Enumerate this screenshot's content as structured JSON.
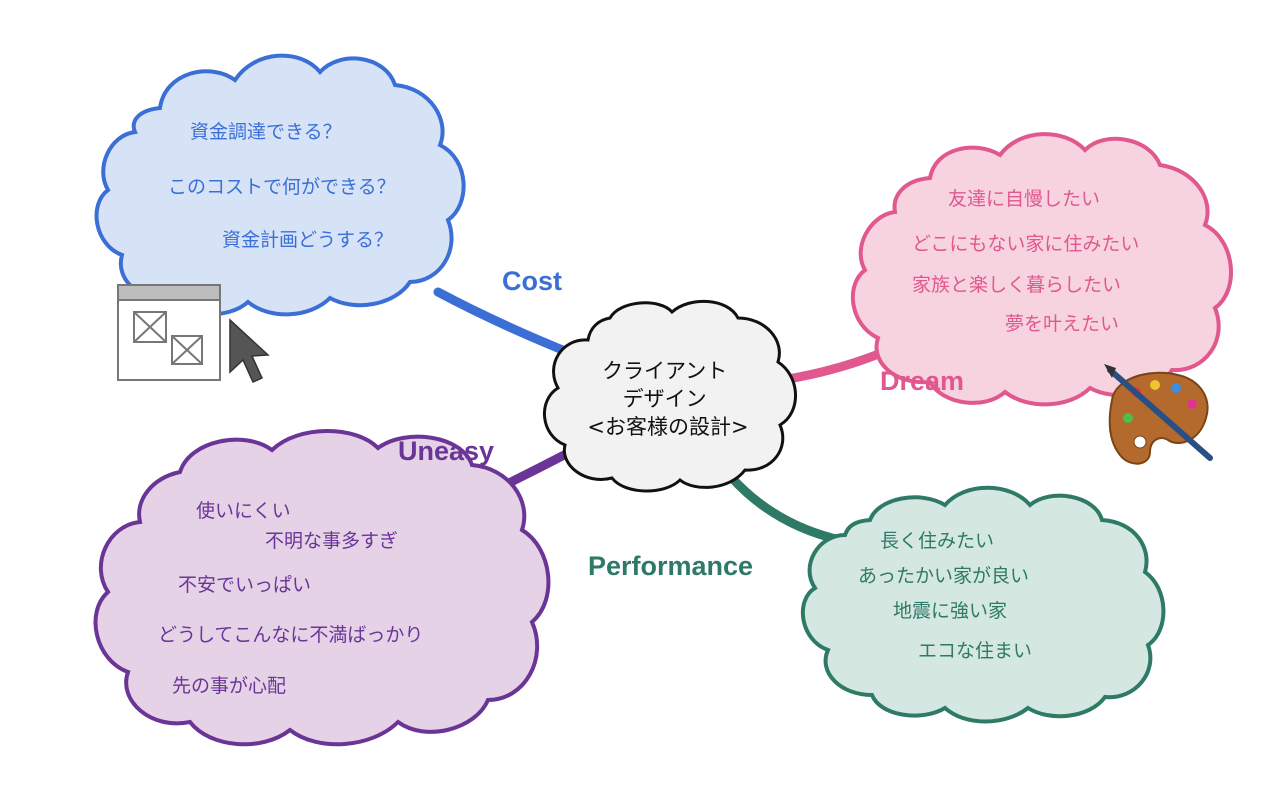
{
  "center": {
    "lines": [
      "クライアント",
      "デザイン",
      "<お客様の設計>"
    ]
  },
  "branches": {
    "cost": {
      "label": "Cost",
      "color": "#3b6fd6",
      "fill": "#d6e2f6",
      "items": [
        "資金調達できる？",
        "このコストで何ができる？",
        "資金計画どうする？"
      ]
    },
    "dream": {
      "label": "Dream",
      "color": "#e0588e",
      "fill": "#f7d3df",
      "items": [
        "友達に自慢したい",
        "どこにもない家に住みたい",
        "家族と楽しく暮らしたい",
        "夢を叶えたい"
      ]
    },
    "uneasy": {
      "label": "Uneasy",
      "color": "#6a3596",
      "fill": "#e5d2e7",
      "items": [
        "使いにくい",
        "不明な事多すぎ",
        "不安でいっぱい",
        "どうしてこんなに不満ばっかり",
        "先の事が心配"
      ]
    },
    "performance": {
      "label": "Performance",
      "color": "#2e7a66",
      "fill": "#d4e8e1",
      "items": [
        "長く住みたい",
        "あったかい家が良い",
        "地震に強い家",
        "エコな住まい"
      ]
    }
  },
  "icons": {
    "wireframe": "wireframe-window-icon",
    "cursor": "mouse-cursor-icon",
    "palette": "paint-palette-icon"
  }
}
